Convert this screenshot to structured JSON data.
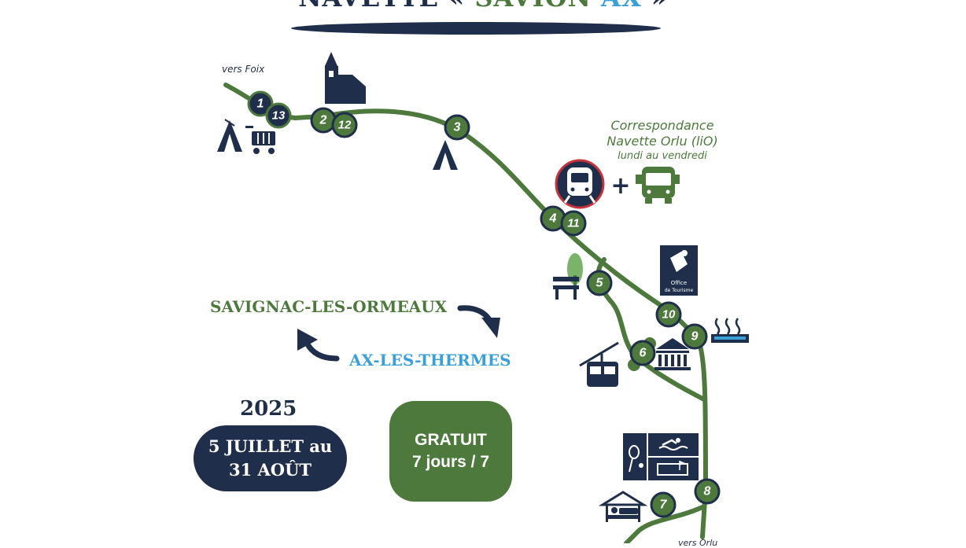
{
  "title": {
    "part1": "NAVETTE « ",
    "part2": "SAVI",
    "part3": "ON ",
    "part4": "AX",
    "part5": " »"
  },
  "labels": {
    "vers_foix": "vers Foix",
    "vers_orlu": "vers Orlu",
    "correspondance_line1": "Correspondance",
    "correspondance_line2": "Navette Orlu (liO)",
    "correspondance_line3": "lundi au vendredi",
    "town_savignac": "SAVIGNAC-LES-ORMEAUX",
    "town_ax": "AX-LES-THERMES",
    "office_line1": "Office",
    "office_line2": "de Tourisme",
    "plus": "+"
  },
  "season": {
    "year": "2025",
    "dates_line1": "5 JUILLET au",
    "dates_line2": "31 AOÛT"
  },
  "price": {
    "line1": "GRATUIT",
    "line2": "7 jours / 7"
  },
  "stops": {
    "s1": "1",
    "s13": "13",
    "s2": "2",
    "s12": "12",
    "s3": "3",
    "s4": "4",
    "s11": "11",
    "s5": "5",
    "s10": "10",
    "s9": "9",
    "s6": "6",
    "s8": "8",
    "s7": "7"
  },
  "colors": {
    "route": "#4d7a3c",
    "navy": "#1f2e4a",
    "blue": "#3aa0d8",
    "white": "#ffffff",
    "train_ring": "#c8323a"
  },
  "icons": {
    "campsite": "tent-icon",
    "shopping": "shopping-cart-icon",
    "church": "church-icon",
    "train": "train-icon",
    "bus": "bus-icon",
    "park": "park-bench-icon",
    "tourist_office": "tourist-office-icon",
    "thermal_baths": "thermal-baths-icon",
    "cable_car": "cable-car-icon",
    "museum": "museum-icon",
    "sports": "sports-complex-icon",
    "hotel": "hotel-bed-icon"
  }
}
